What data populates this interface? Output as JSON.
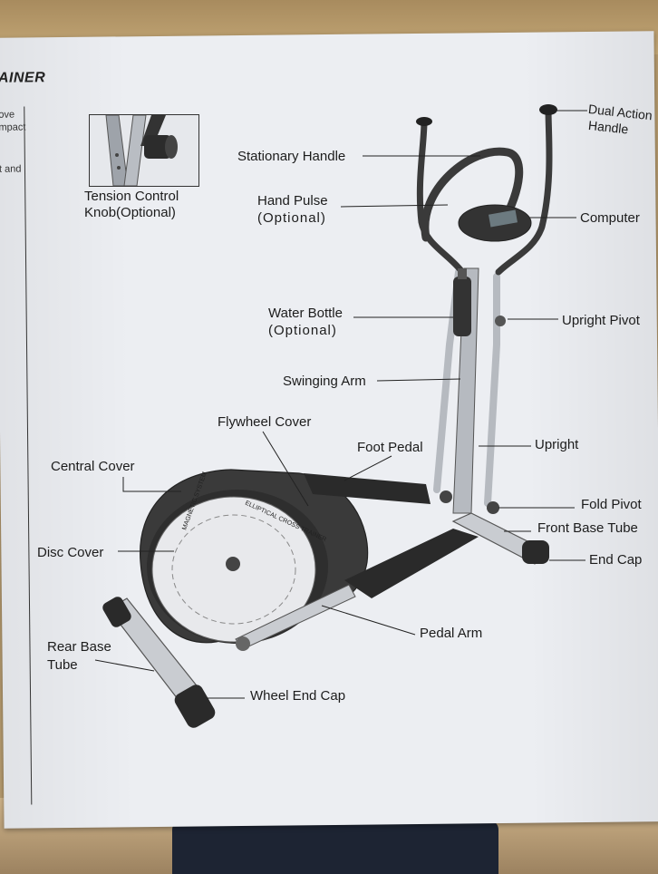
{
  "header": "AINER",
  "side_text": [
    "ove",
    "mpact",
    "t and"
  ],
  "inset_label": [
    "Tension Control",
    "Knob(Optional)"
  ],
  "labels": {
    "dual_action_handle": [
      "Dual Action",
      "Handle"
    ],
    "stationary_handle": "Stationary Handle",
    "hand_pulse": [
      "Hand Pulse",
      "(Optional)"
    ],
    "computer": "Computer",
    "water_bottle": [
      "Water Bottle",
      "(Optional)"
    ],
    "upright_pivot": "Upright Pivot",
    "swinging_arm": "Swinging Arm",
    "flywheel_cover": "Flywheel Cover",
    "foot_pedal": "Foot Pedal",
    "upright": "Upright",
    "central_cover": "Central Cover",
    "fold_pivot": "Fold Pivot",
    "front_base_tube": "Front Base Tube",
    "disc_cover": "Disc Cover",
    "end_cap": "End Cap",
    "pedal_arm": "Pedal Arm",
    "rear_base_tube": [
      "Rear Base",
      "Tube"
    ],
    "wheel_end_cap": "Wheel End Cap"
  },
  "disc_print": [
    "MAGNETIC SYSTEM",
    "ELLIPTICAL CROSS TRAINER"
  ]
}
